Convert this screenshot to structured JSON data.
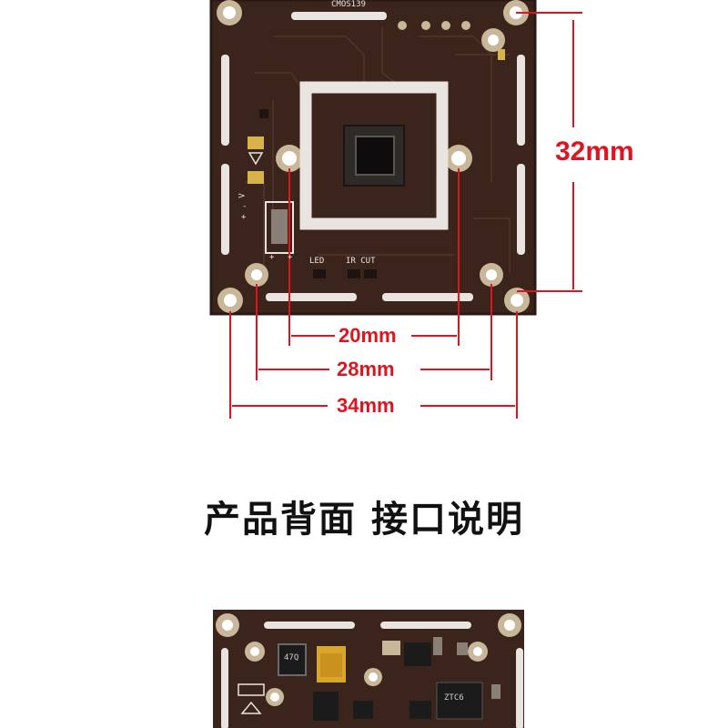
{
  "figure": {
    "board_marking": "CMOS139",
    "silkscreen": {
      "led": "LED",
      "ir_cut": "IR CUT",
      "plus_a": "+",
      "plus_b": "+",
      "side_v": "V",
      "side_minus": "-",
      "side_plus": "+",
      "resistor_code": "47Q",
      "ic_code": "ZTC6"
    },
    "dimensions": {
      "height": "32mm",
      "lens_mount_spacing": "20mm",
      "mount_hole_spacing": "28mm",
      "board_width": "34mm"
    },
    "colors": {
      "dimension_line": "#e0141e",
      "pcb": "#3a241b",
      "pad_gold": "#c9b79a",
      "silkscreen": "#e9e4df"
    }
  },
  "heading": "产品背面 接口说明"
}
